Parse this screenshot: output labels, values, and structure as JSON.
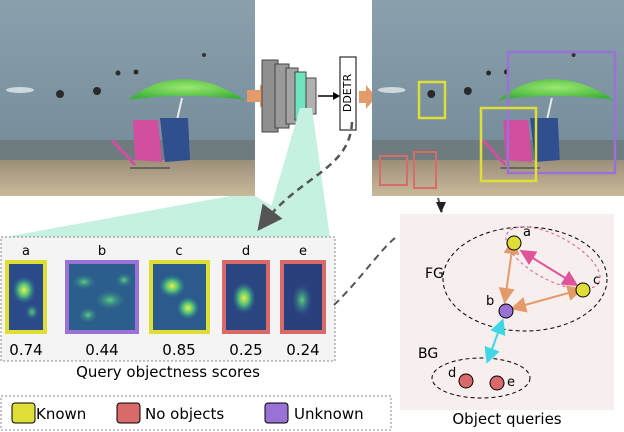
{
  "pipeline": {
    "detector_label": "DDETR"
  },
  "query_panel": {
    "maps": [
      {
        "letter": "a",
        "score": "0.74",
        "border_color": "#dede37"
      },
      {
        "letter": "b",
        "score": "0.44",
        "border_color": "#9a71d4"
      },
      {
        "letter": "c",
        "score": "0.85",
        "border_color": "#dede37"
      },
      {
        "letter": "d",
        "score": "0.25",
        "border_color": "#d96a6a"
      },
      {
        "letter": "e",
        "score": "0.24",
        "border_color": "#d96a6a"
      }
    ],
    "caption": "Query objectness scores"
  },
  "legend": {
    "items": [
      {
        "label": "Known",
        "color": "#dede37"
      },
      {
        "label": "No objects",
        "color": "#d96a6a"
      },
      {
        "label": "Unknown",
        "color": "#9a71d4"
      }
    ]
  },
  "graph": {
    "fg_label": "FG",
    "bg_label": "BG",
    "nodes": [
      {
        "letter": "a",
        "color": "#dede37"
      },
      {
        "letter": "b",
        "color": "#9a71d4"
      },
      {
        "letter": "c",
        "color": "#dede37"
      },
      {
        "letter": "d",
        "color": "#d96a6a"
      },
      {
        "letter": "e",
        "color": "#d96a6a"
      }
    ],
    "caption": "Object queries"
  },
  "colors": {
    "panel_mint": "#c6f0df",
    "panel_pink": "#f7eeee",
    "arrow_orange": "#e59a6a",
    "edge_pink": "#e0559a",
    "edge_cyan": "#3fd6e6"
  }
}
